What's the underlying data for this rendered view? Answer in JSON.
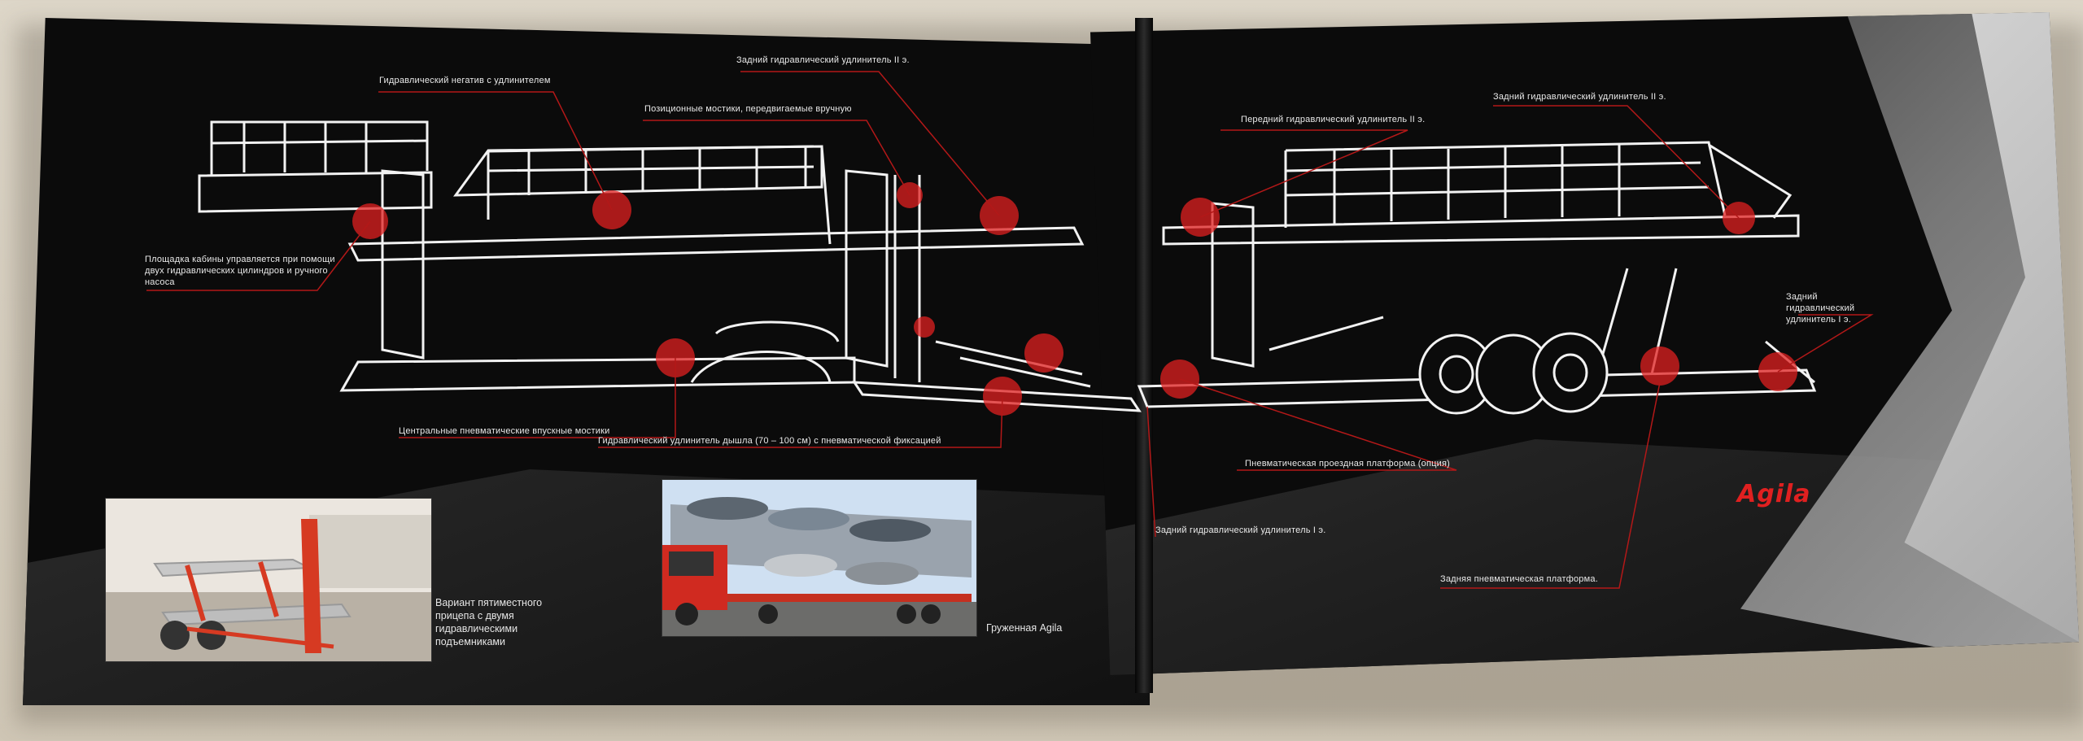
{
  "brand": "Agila",
  "callouts": {
    "hydraulic_tilt": "Гидравлический негатив с удлинителем",
    "rear_extender_2": "Задний гидравлический удлинитель II э.",
    "position_ramps": "Позиционные мостики, передвигаемые вручную",
    "cab_platform": "Площадка кабины управляется при помощи двух гидравлических цилиндров и ручного насоса",
    "central_ramps": "Центральные пневматические впускные мостики",
    "drawbar_extender": "Гидравлический удлинитель дышла (70 – 100 см) с пневматической фиксацией",
    "front_extender_2": "Передний гидравлический удлинитель II э.",
    "rear_extender_2_right": "Задний гидравлический удлинитель II э.",
    "rear_extender_1_right": "Задний гидравлический удлинитель I э.",
    "pneumatic_platform": "Пневматическая проездная платформа (опция)",
    "rear_extender_1": "Задний гидравлический удлинитель I э.",
    "rear_pneumatic_platform": "Задняя пневматическая платформа."
  },
  "captions": {
    "variant": "Вариант пятиместного прицепа с двумя гидравлическими подъемниками",
    "loaded": "Груженная Agila"
  },
  "colors": {
    "accent": "#e02020",
    "lines": "#f2f2f2",
    "page": "#0b0b0b"
  }
}
